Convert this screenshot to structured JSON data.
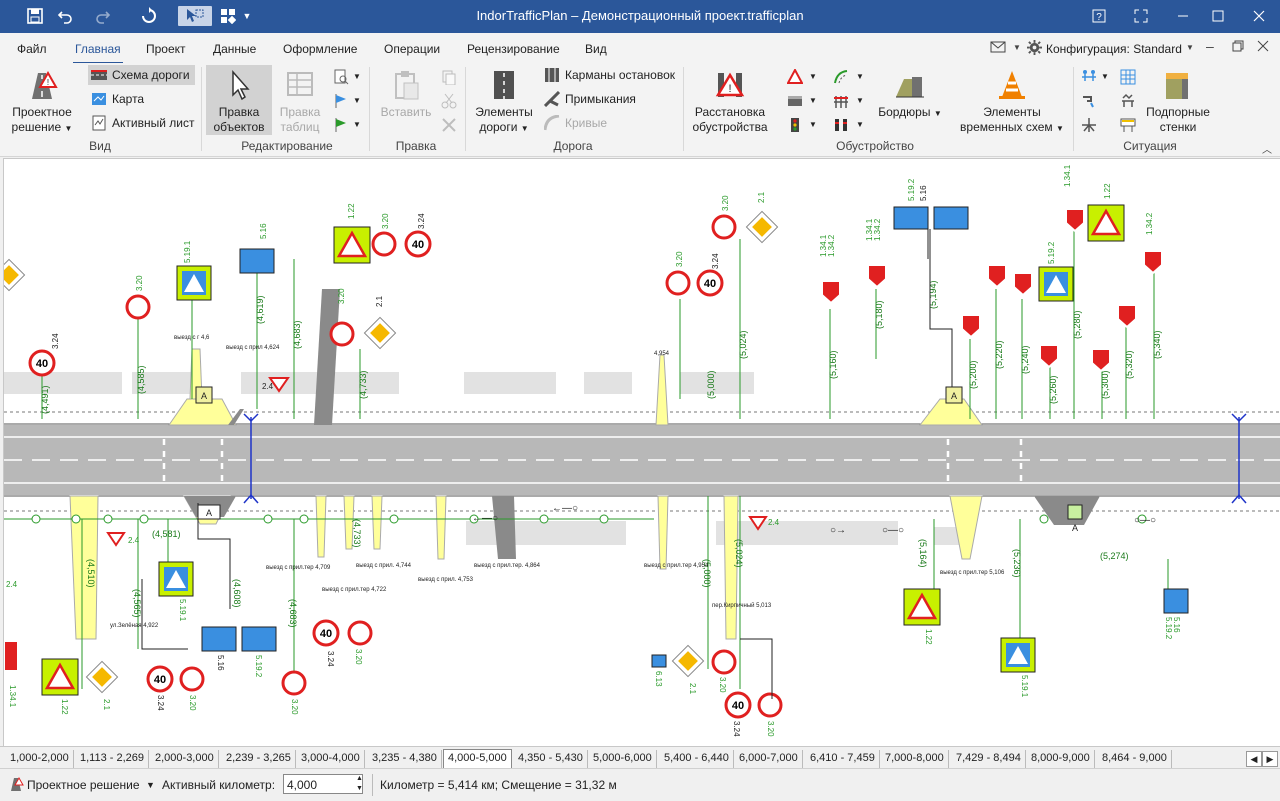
{
  "window": {
    "title": "IndorTrafficPlan – Демонстрационный проект.trafficplan"
  },
  "menu": [
    "Файл",
    "Главная",
    "Проект",
    "Данные",
    "Оформление",
    "Операции",
    "Рецензирование",
    "Вид"
  ],
  "config": {
    "label": "Конфигурация: Standard"
  },
  "ribbon": {
    "view": {
      "project_solution": "Проектное решение",
      "road_scheme": "Схема дороги",
      "map": "Карта",
      "active_sheet": "Активный лист",
      "group": "Вид"
    },
    "edit": {
      "edit_objects": "Правка объектов",
      "edit_tables": "Правка таблиц",
      "group": "Редактирование"
    },
    "clipboard": {
      "paste": "Вставить",
      "group": "Правка"
    },
    "road": {
      "road_elements": "Элементы дороги",
      "bus_bays": "Карманы остановок",
      "junctions": "Примыкания",
      "curves": "Кривые",
      "group": "Дорога"
    },
    "furnishing": {
      "placement": "Расстановка обустройства",
      "group": "Обустройство"
    },
    "situation": {
      "curbs": "Бордюры",
      "temp_elements": "Элементы временных схем",
      "retaining_walls": "Подпорные стенки",
      "group": "Ситуация"
    }
  },
  "sign_codes": [
    "3.24",
    "40",
    "3.20",
    "5.16",
    "5.19.1",
    "5.19.2",
    "1.22",
    "2.1",
    "2.4",
    "1.34.1",
    "1.34.2",
    "6.13"
  ],
  "station_labels": [
    "(4,491)",
    "(4,585)",
    "(4,619)",
    "(4,683)",
    "(4,733)",
    "(5,000)",
    "(5,024)",
    "(5,160)",
    "(5,180)",
    "(5,194)",
    "(5,200)",
    "(5,220)",
    "(5,240)",
    "(5,260)",
    "(5,280)",
    "(5,300)",
    "(5,320)",
    "(5,340)",
    "(4,510)",
    "(4,565)",
    "(4,581)",
    "(4,608)",
    "(4,683)",
    "(4,733)",
    "(5,000)",
    "(5,024)",
    "(5,164)",
    "(5,236)",
    "(5,274)"
  ],
  "exit_notes": [
    "выезд с прил.тер 4,709",
    "выезд с прил.тер 4,722",
    "выезд с прил. 4,744",
    "выезд с прил. 4,753",
    "выезд с прил.тер. 4,864",
    "выезд с прил.тер 4,954",
    "выезд с прил.тер 5,106",
    "ул.Зелёная 4,922",
    "пер.Кирпичный 5,013",
    "выезд с г 4,6",
    "выезд с прил 4,624",
    "4,954"
  ],
  "km_tabs": [
    "1,000-2,000",
    "1,113 - 2,269",
    "2,000-3,000",
    "2,239 - 3,265",
    "3,000-4,000",
    "3,235 - 4,380",
    "4,000-5,000",
    "4,350 - 5,430",
    "5,000-6,000",
    "5,400 - 6,440",
    "6,000-7,000",
    "6,410 - 7,459",
    "7,000-8,000",
    "7,429 - 8,494",
    "8,000-9,000",
    "8,464 - 9,000"
  ],
  "active_tab_index": 6,
  "status": {
    "mode": "Проектное решение",
    "active_km_label": "Активный километр:",
    "active_km_value": "4,000",
    "info": "Километр = 5,414 км; Смещение = 31,32 м"
  },
  "colors": {
    "titlebar": "#2b579a",
    "road": "#b8b8b8",
    "marking": "#ffffff",
    "axis_blue": "#1f34c8",
    "sign_green": "#2a9a2a",
    "sign_red": "#e02020",
    "crosswalk_yellow": "#ffff9a",
    "sign_blue": "#3a8fe0"
  }
}
